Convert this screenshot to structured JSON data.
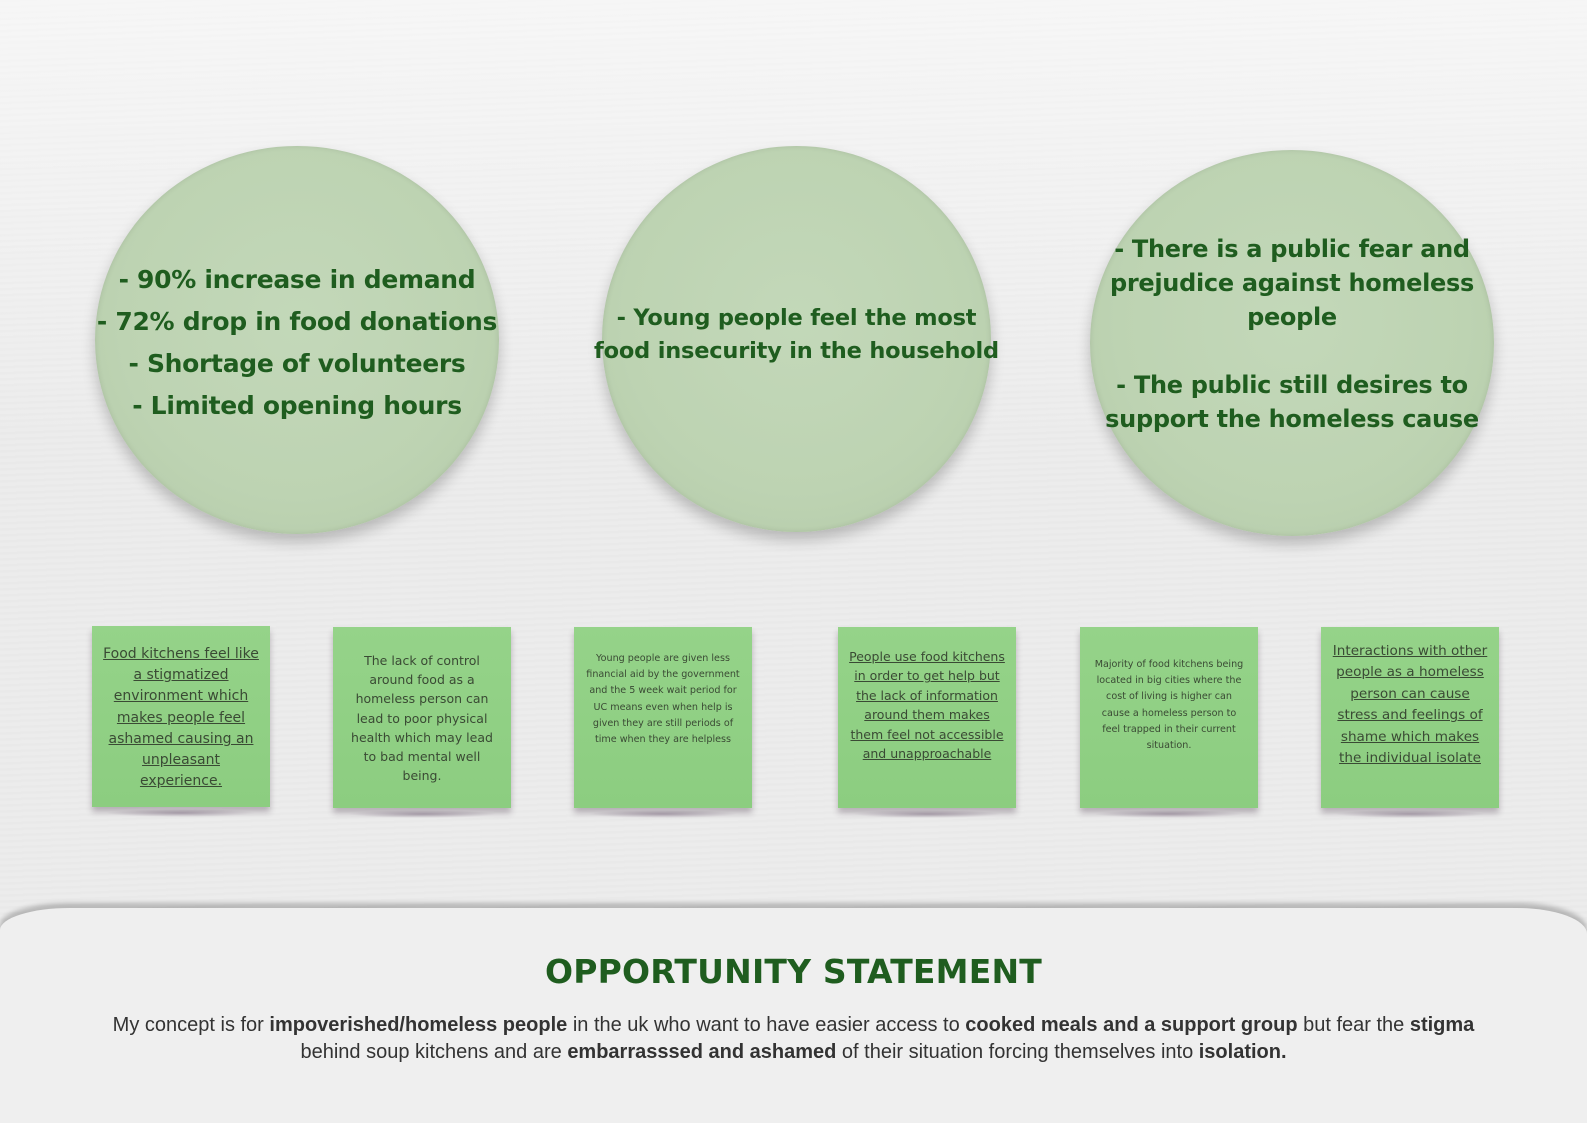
{
  "circles": [
    {
      "lines": [
        "- 90% increase in demand",
        "- 72% drop in food donations",
        "- Shortage of volunteers",
        "- Limited opening hours"
      ]
    },
    {
      "lines": [
        "- Young people feel the most",
        "food insecurity in the household"
      ]
    },
    {
      "lines": [
        "- There is a public fear and",
        "prejudice against homeless",
        "people",
        "- The public still desires to",
        "support the homeless cause"
      ]
    }
  ],
  "notes": [
    "Food kitchens feel like a stigmatized environment which makes people feel ashamed causing an unpleasant experience.",
    "The lack of control around food as a homeless person can lead to poor physical health which may lead to bad mental well being.",
    "Young people are given less financial aid by the government and the 5 week wait period for UC means even when help is given they are still periods of time when they are helpless",
    "People use food kitchens in order to get help but the lack of information around them makes them feel not accessible and unapproachable",
    "Majority of food kitchens being located in big cities where the cost of living is higher can cause a homeless person to feel trapped in their current situation.",
    "Interactions with other people as a homeless person can cause stress and feelings of shame which makes the individual isolate"
  ],
  "opportunity": {
    "title": "OPPORTUNITY STATEMENT",
    "segments": [
      {
        "text": "My concept is for ",
        "bold": false
      },
      {
        "text": "impoverished/homeless people",
        "bold": true
      },
      {
        "text": " in the uk who want to have easier access to ",
        "bold": false
      },
      {
        "text": "cooked meals and a support group",
        "bold": true
      },
      {
        "text": " but fear the ",
        "bold": false
      },
      {
        "text": "stigma",
        "bold": true
      },
      {
        "text": " behind soup kitchens and are ",
        "bold": false
      },
      {
        "text": "embarrasssed and ashamed",
        "bold": true
      },
      {
        "text": " of their situation forcing themselves into ",
        "bold": false
      },
      {
        "text": "isolation.",
        "bold": true
      }
    ]
  },
  "colors": {
    "circle_fill": "#bdd3b2",
    "circle_text": "#1f5d1f",
    "note_fill": "#8fd184",
    "title_green": "#1f5d1f"
  }
}
